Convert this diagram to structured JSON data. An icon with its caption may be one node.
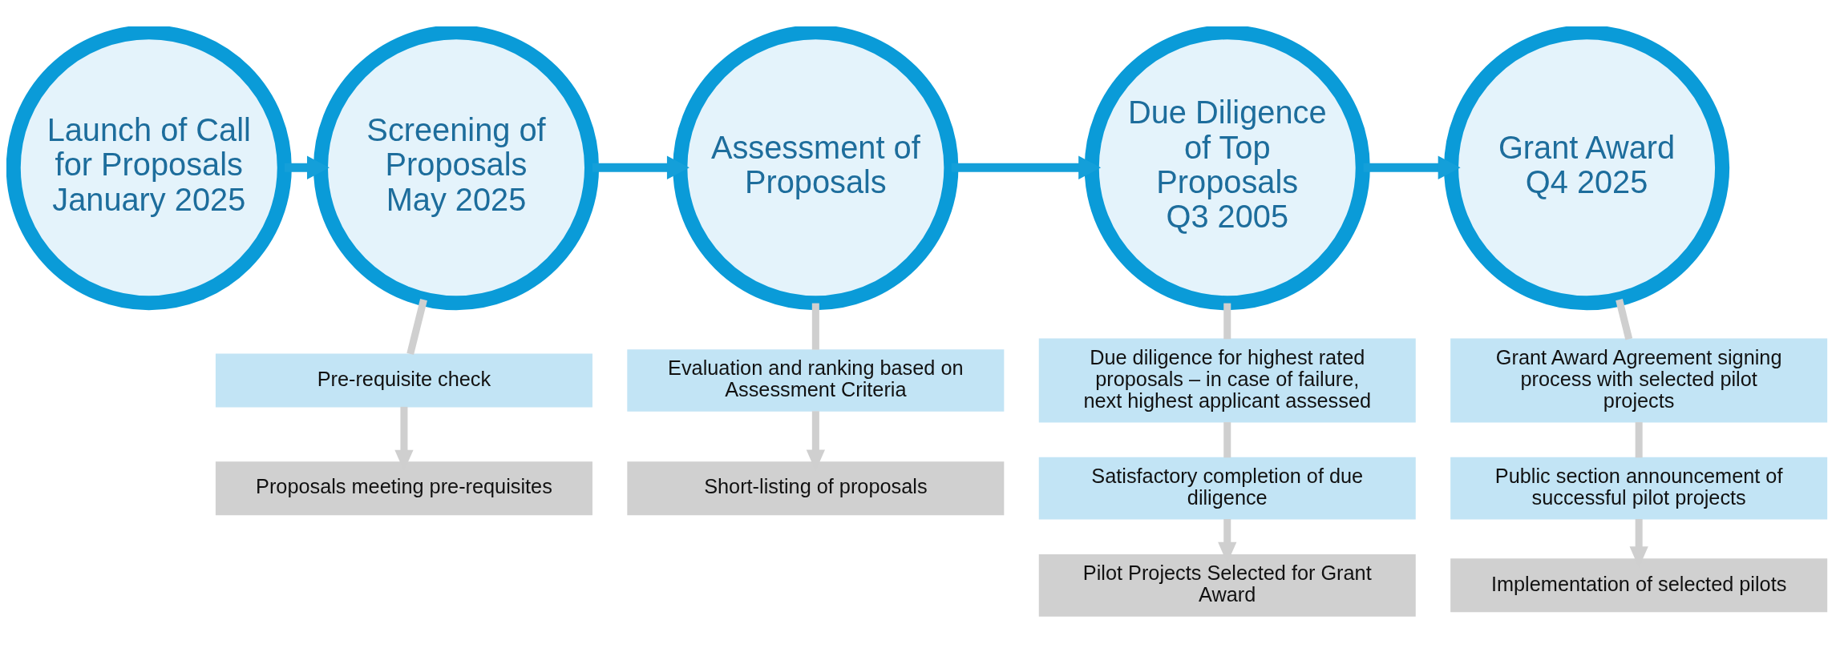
{
  "diagram": {
    "nodes": [
      {
        "text": [
          "Launch of Call for Proposals",
          "January 2025"
        ]
      },
      {
        "text": [
          "Screening of Proposals",
          "May 2025"
        ]
      },
      {
        "text": [
          "Assessment of Proposals"
        ]
      },
      {
        "text": [
          "Due Diligence of Top Proposals",
          "Q3 2005"
        ]
      },
      {
        "text": [
          "Grant Award",
          "Q4 2025"
        ]
      },
      {
        "text": [
          "Pre-requisite check"
        ]
      },
      {
        "text": [
          "Proposals meeting pre-requisites"
        ]
      },
      {
        "text": [
          "Evaluation and ranking based on Assessment Criteria"
        ]
      },
      {
        "text": [
          "Short-listing of proposals"
        ]
      },
      {
        "text": [
          "Due diligence for highest rated proposals – in case of failure, next highest applicant assessed"
        ]
      },
      {
        "text": [
          "Satisfactory completion of due diligence"
        ]
      },
      {
        "text": [
          "Pilot Projects Selected for Grant Award"
        ]
      },
      {
        "text": [
          "Grant Award Agreement signing process with selected pilot projects"
        ]
      },
      {
        "text": [
          "Public section announcement of successful pilot projects"
        ]
      },
      {
        "text": [
          "Implementation of selected pilots"
        ]
      }
    ],
    "edges": [
      {
        "from": 0,
        "to": 1,
        "arrow": "to",
        "color": "#149fd9"
      },
      {
        "from": 1,
        "to": 2,
        "arrow": "to",
        "color": "#149fd9"
      },
      {
        "from": 2,
        "to": 3,
        "arrow": "to",
        "color": "#149fd9"
      },
      {
        "from": 3,
        "to": 4,
        "arrow": "to",
        "color": "#149fd9"
      },
      {
        "from": 1,
        "to": 5,
        "arrow": "none"
      },
      {
        "from": 5,
        "to": 6,
        "arrow": "to"
      },
      {
        "from": 2,
        "to": 7,
        "arrow": "none"
      },
      {
        "from": 7,
        "to": 8,
        "arrow": "to"
      },
      {
        "from": 3,
        "to": 9,
        "arrow": "none"
      },
      {
        "from": 9,
        "to": 10,
        "arrow": "none"
      },
      {
        "from": 10,
        "to": 11,
        "arrow": "to"
      },
      {
        "from": 4,
        "to": 12,
        "arrow": "none"
      },
      {
        "from": 12,
        "to": 13,
        "arrow": "none"
      },
      {
        "from": 13,
        "to": 14,
        "arrow": "to"
      }
    ]
  }
}
